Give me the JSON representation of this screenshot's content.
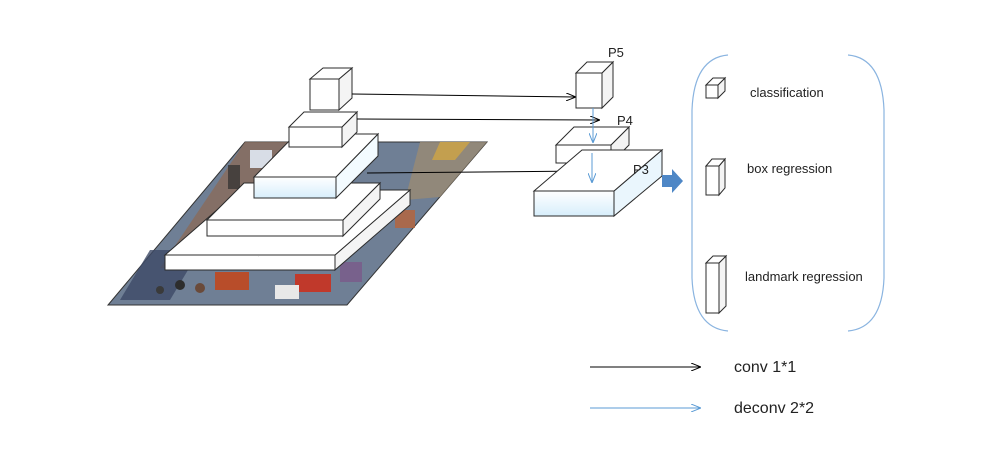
{
  "pyramid_levels": {
    "p5": "P5",
    "p4": "P4",
    "p3": "P3"
  },
  "heads": {
    "classification": "classification",
    "box_regression": "box regression",
    "landmark_regression": "landmark regression"
  },
  "legend": {
    "conv": "conv 1*1",
    "deconv": "deconv 2*2"
  },
  "colors": {
    "conv_arrow": "#000000",
    "deconv_arrow": "#5b9bd5",
    "block_face": "#ffffff",
    "block_edge": "#2b2b2b",
    "block_tint": "#dff1fb",
    "bracket": "#8ab4e0",
    "flow_arrow": "#4e87c6"
  }
}
